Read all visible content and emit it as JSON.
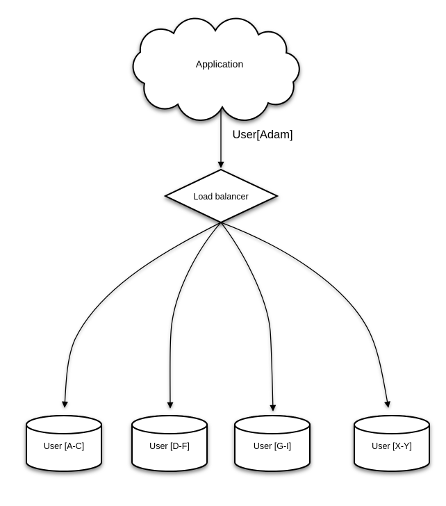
{
  "diagram": {
    "background_color": "#ffffff",
    "line_color": "#000000",
    "application_node": {
      "label": "Application",
      "shape": "cloud"
    },
    "request_label": "User[Adam]",
    "load_balancer_node": {
      "label": "Load balancer",
      "shape": "diamond"
    },
    "shard_nodes": [
      {
        "label": "User [A-C]",
        "shape": "cylinder"
      },
      {
        "label": "User [D-F]",
        "shape": "cylinder"
      },
      {
        "label": "User [G-I]",
        "shape": "cylinder"
      },
      {
        "label": "User [X-Y]",
        "shape": "cylinder"
      }
    ]
  }
}
